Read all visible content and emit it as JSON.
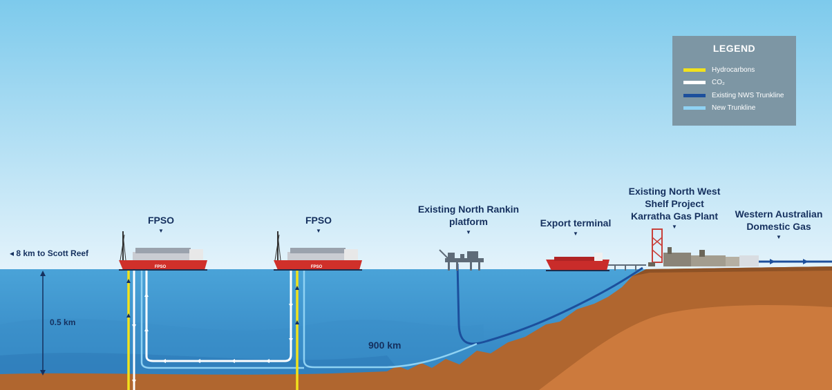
{
  "labels": {
    "fpso_1": "FPSO",
    "fpso_2": "FPSO",
    "north_rankin": "Existing North Rankin platform",
    "export_terminal": "Export terminal",
    "karratha": "Existing North West Shelf Project Karratha Gas Plant",
    "domestic_gas": "Western Australian Domestic Gas",
    "scott_reef": "◂ 8 km to Scott Reef",
    "depth": "0.5 km",
    "distance": "900 km",
    "vessel_text": "FPSO"
  },
  "legend": {
    "title": "LEGEND",
    "items": [
      {
        "label": "Hydrocarbons",
        "color": "#f2e21c"
      },
      {
        "label": "CO₂",
        "color": "#ffffff"
      },
      {
        "label": "Existing NWS Trunkline",
        "color": "#1c4f9c"
      },
      {
        "label": "New Trunkline",
        "color": "#8fd2f3"
      }
    ]
  },
  "colors": {
    "sky_top": "#7dcaec",
    "sky_bottom": "#e4f3fb",
    "sea_top": "#4a9fd4",
    "sea_bottom": "#2f7fbe",
    "seabed": "#b0662f",
    "land": "#c8763a",
    "text": "#15305e",
    "vessel": "#d0302a"
  },
  "icons": [
    "fpso-vessel-icon",
    "platform-icon",
    "tanker-icon",
    "gas-plant-icon",
    "flare-tower-icon"
  ]
}
